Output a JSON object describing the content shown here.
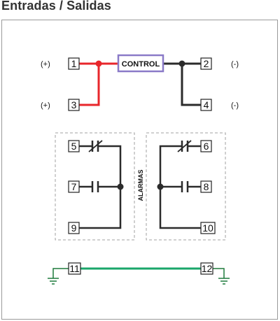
{
  "header": {
    "title": "Entradas / Salidas"
  },
  "control": {
    "label": "CONTROL"
  },
  "polarity": {
    "t1": "(+)",
    "t3": "(+)",
    "t2": "(-)",
    "t4": "(-)"
  },
  "alarm_label": "ALARMAS",
  "terminals": {
    "t1": "1",
    "t2": "2",
    "t3": "3",
    "t4": "4",
    "t5": "5",
    "t6": "6",
    "t7": "7",
    "t8": "8",
    "t9": "9",
    "t10": "10",
    "t11": "11",
    "t12": "12"
  },
  "colors": {
    "positive_wire": "#e8262b",
    "negative_wire": "#2b2b2b",
    "ground_wire": "#1aa66a",
    "ground_symbol": "#1e7a3c",
    "control_border": "#8a7ac8",
    "dashed_box": "#a0a0a0"
  }
}
